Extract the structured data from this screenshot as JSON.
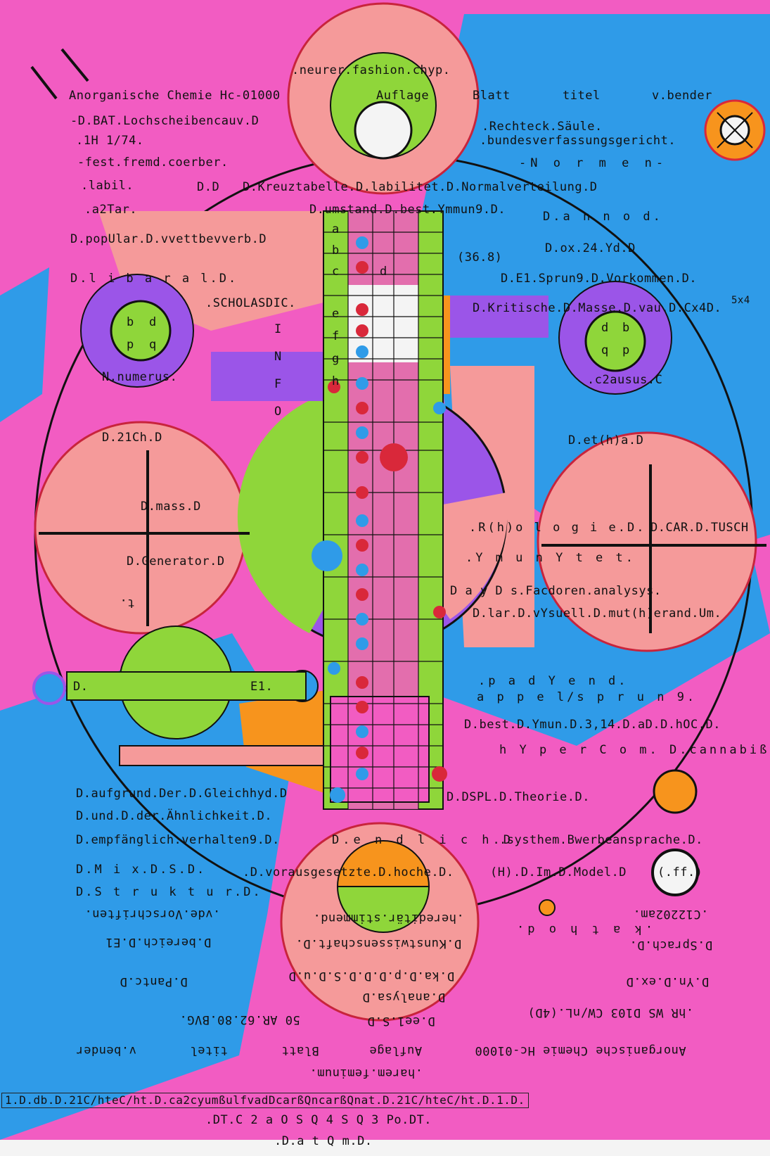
{
  "colors": {
    "pink": "#f25cc2",
    "blue": "#2f9be8",
    "salmon": "#f59a9a",
    "green": "#8fd63a",
    "purple": "#9b55e8",
    "orange": "#f7941d",
    "red": "#d9283a"
  },
  "header": {
    "neurer": ".neurer.fashion.chyp.",
    "title": "Anorganische Chemie Hc-01000",
    "auflage": "Auflage",
    "blatt": "Blatt",
    "titel": "titel",
    "author": "v.bender"
  },
  "left_notes": [
    "-D.BAT.Lochscheibencauv.D",
    ".1H 1/74.",
    "-fest.fremd.coerber.",
    ".labil.",
    ".a2Tar.",
    "D.popUlar.D.vvettbevverb.D",
    "D.l i b a r a l.D.",
    ".SCHOLASDIC.",
    "N.numerus.",
    "D.21Ch.D",
    "D.mass.D",
    "D.Generator.D"
  ],
  "vertical_word": [
    "I",
    "N",
    "F",
    "O"
  ],
  "right_notes": [
    ".Rechteck.Säule.",
    ".bundesverfassungsgericht.",
    "-N o r m e n-",
    "D.D",
    "D.Kreuztabelle.D.labilitet.D.Normalverteilung.D",
    "D.umstand.D.best.Ymmun9.D.",
    "D.a n n o d.",
    "D.ox.24.Yd.D",
    "(36.8)",
    "D.E1.Sprun9.D.Vorkommen.D.",
    "D.Kritische.D.Masse.D.vau.D.Cx4D.",
    "5x4",
    ".c2ausus.C",
    "D.et(h)a.D",
    ".R(h)o l o g i e.D.",
    "D.CAR.D.TUSCH",
    ".Y m u n Y t e t.",
    "D a y D s.Facdoren.analysys.",
    "D.lar.D.vYsuell.D.mut(h)erand.Um.",
    ".p a d Y e n d.",
    "a p p e l/s p r u n 9.",
    "D.best.D.Ymun.D.3,14.D.aD.D.hOC.D.",
    "h Y p e r C o m. D.cannabiß.D.",
    "D.DSPL.D.Theorie.D."
  ],
  "lower_left": [
    "D.aufgrund.Der.D.Gleichhyd.D",
    "D.und.D.der.Ähnlichkeit.D.",
    "D.empfänglich.verhalten9.D.",
    "D.M i x.D.S.D.",
    "D.S t r u k t u r.D."
  ],
  "lower_mid": [
    "D.e n d l i c h.D",
    ".systhem.Bwerbeansprache.D.",
    ".D.vorausgesetzte.D.hoche.D.",
    "(H)",
    ".D.Im.D.Model.D",
    "(.ff.)"
  ],
  "inverted": [
    ".vde.Vorschriften.",
    "D.bereich.D.E1",
    "D.Pantc.D",
    "50 AR.62.80.BVG.",
    ".hereditär.stimmend.",
    "D.Kunstwissenschaft.D.",
    "D.ka.D.p.D.D.D.S.D.u.D",
    "D.analysa.D",
    "D.ee1.S.D",
    ".C12202am.",
    ".k a t h o d.",
    "D.Sprach.D.",
    "D.Yn.D.ex.D",
    ".hR WS D103 CW/nL.(4D)"
  ],
  "footer_inverted": {
    "title": "Anorganische Chemie Hc-01000",
    "auflage": "Auflage",
    "blatt": "Blatt",
    "titel": "titel",
    "author": "v.bender",
    "sub": ".harem.feminum."
  },
  "bottom": {
    "line1": "1.D.db.D.21C/hteC/ht.D.ca2cyumßulfvadDcarßQncarßQnat.D.21C/hteC/ht.D.1.D.",
    "line2": ".DT.C 2 a  O  S Q 4   S Q 3   Po.DT.",
    "line3": ".D.a t Q m.D."
  },
  "left_side": {
    "box": "D.",
    "e1": "E1.",
    "gen_t": "t."
  },
  "table_letters": [
    "a",
    "b",
    "c",
    "d",
    "e",
    "f",
    "g",
    "h"
  ],
  "circle_letters": {
    "tl": [
      "b",
      "d",
      "p",
      "q"
    ],
    "tr": [
      "d",
      "b",
      "q",
      "p"
    ]
  }
}
